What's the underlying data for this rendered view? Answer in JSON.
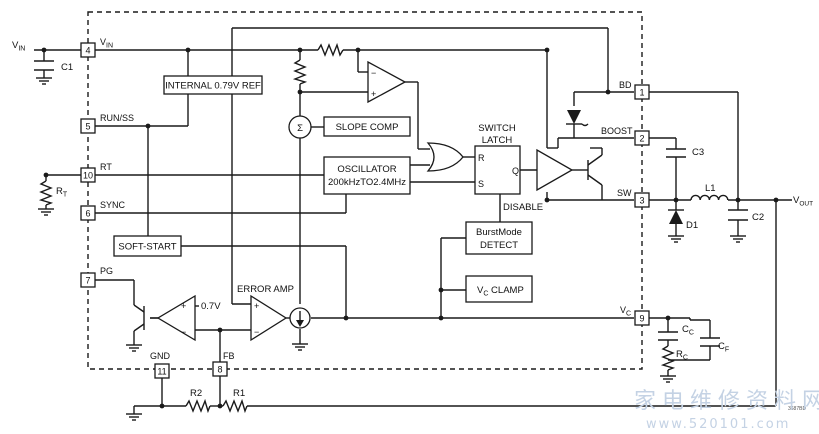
{
  "pins": {
    "vin_pin": "4",
    "run_pin": "5",
    "rt_pin": "10",
    "sync_pin": "6",
    "pg_pin": "7",
    "gnd_pin": "11",
    "fb_pin": "8",
    "bd_pin": "1",
    "boost_pin": "2",
    "sw_pin": "3",
    "vc_pin": "9"
  },
  "pin_labels": {
    "vin_main": "V",
    "vin_sub": "IN",
    "run": "RUN/SS",
    "rt": "RT",
    "sync": "SYNC",
    "pg": "PG",
    "gnd": "GND",
    "fb": "FB",
    "bd": "BD",
    "boost": "BOOST",
    "sw": "SW",
    "vc_main": "V",
    "vc_sub": "C"
  },
  "external": {
    "vin_main": "V",
    "vin_sub": "IN",
    "vout_main": "V",
    "vout_sub": "OUT",
    "c1": "C1",
    "c2": "C2",
    "c3": "C3",
    "l1": "L1",
    "d1": "D1",
    "r1": "R1",
    "r2": "R2",
    "rt_main": "R",
    "rt_sub": "T",
    "rc_main": "R",
    "rc_sub": "C",
    "cc_main": "C",
    "cc_sub": "C",
    "cf_main": "C",
    "cf_sub": "F"
  },
  "blocks": {
    "ref": "INTERNAL 0.79V REF",
    "slope": "SLOPE COMP",
    "osc_line1": "OSCILLATOR",
    "osc_line2": "200kHzTO2.4MHz",
    "latch_line1": "SWITCH",
    "latch_line2": "LATCH",
    "latch_r": "R",
    "latch_s": "S",
    "latch_q": "Q",
    "disable": "DISABLE",
    "burst_line1": "BurstMode",
    "burst_line2": "DETECT",
    "vcclamp_main": "V",
    "vcclamp_sub": "C",
    "vcclamp_rest": " CLAMP",
    "softstart": "SOFT-START",
    "error_amp": "ERROR AMP",
    "pg_ref": "0.7V",
    "sigma": "Σ"
  },
  "watermark": {
    "chars": "家电维修资料网",
    "url": "www.520101.com"
  },
  "figure_code": "3687BD"
}
